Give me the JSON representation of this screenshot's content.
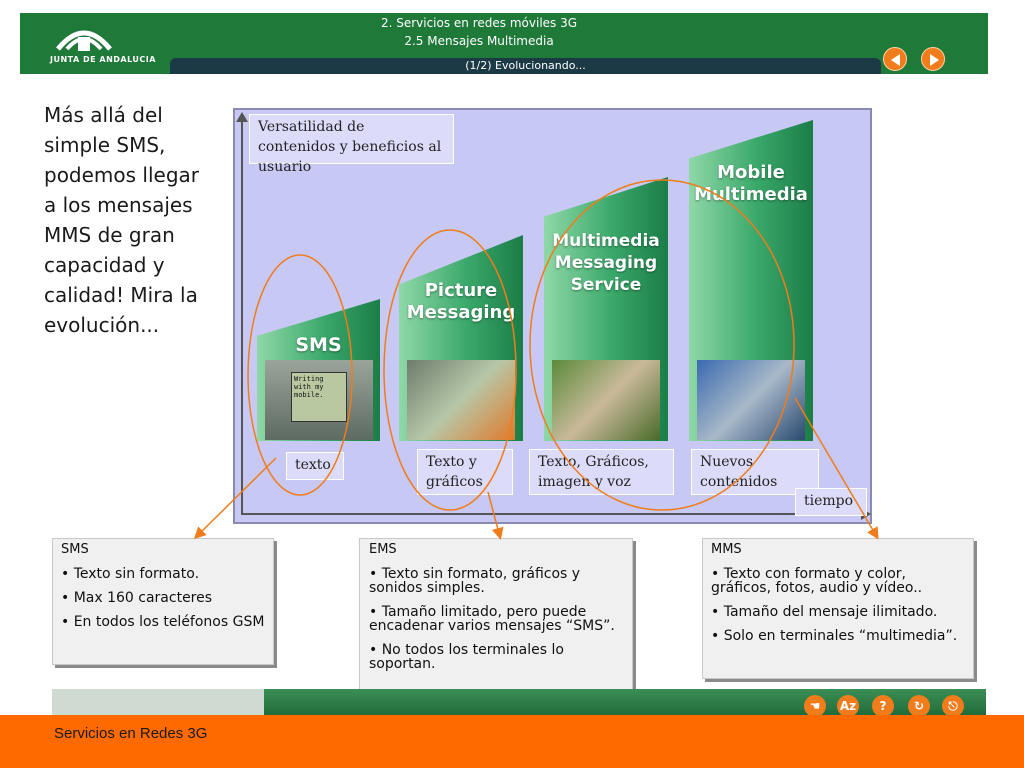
{
  "header": {
    "logo_text": "JUNTA DE ANDALUCIA",
    "line1": "2. Servicios en redes móviles 3G",
    "line2": "2.5 Mensajes Multimedia",
    "subtitle": "(1/2) Evolucionando...",
    "prev_icon": "arrow-left-icon",
    "next_icon": "arrow-right-icon",
    "background": "#1f7a3a",
    "accent": "#f07c1b"
  },
  "intro_text": "Más allá del simple SMS, podemos llegar a los mensajes MMS de gran capacidad y calidad! Mira la evolución...",
  "diagram": {
    "y_label": "Versatilidad de contenidos y beneficios al usuario",
    "x_label": "tiempo",
    "stages": [
      {
        "title": "SMS",
        "caption": "texto",
        "screen_text": "Writing with my mobile."
      },
      {
        "title": "Picture Messaging",
        "caption": "Texto y gráficos"
      },
      {
        "title": "Multimedia Messaging Service",
        "caption": "Texto, Gráficos, imagen y voz"
      },
      {
        "title": "Mobile Multimedia",
        "caption": "Nuevos contenidos"
      }
    ]
  },
  "boxes": {
    "sms": {
      "title": "SMS",
      "items": [
        "• Texto sin formato.",
        "• Max 160 caracteres",
        "• En todos los teléfonos GSM"
      ]
    },
    "ems": {
      "title": "EMS",
      "items": [
        "• Texto sin formato, gráficos y sonidos simples.",
        "• Tamaño limitado, pero puede encadenar varios mensajes “SMS”.",
        "• No todos los terminales lo soportan."
      ]
    },
    "mms": {
      "title": "MMS",
      "items": [
        "• Texto con formato y color, gráficos, fotos, audio y vídeo..",
        "• Tamaño del mensaje ilimitado.",
        "• Solo en terminales “multimedia”."
      ]
    }
  },
  "toolbar": {
    "icons": [
      "hand-icon",
      "font-size-icon",
      "help-icon",
      "refresh-icon",
      "exit-icon"
    ],
    "font_size_label": "Az",
    "help_label": "?"
  },
  "footer": {
    "text": "Servicios en Redes 3G",
    "color": "#ff6a00"
  }
}
